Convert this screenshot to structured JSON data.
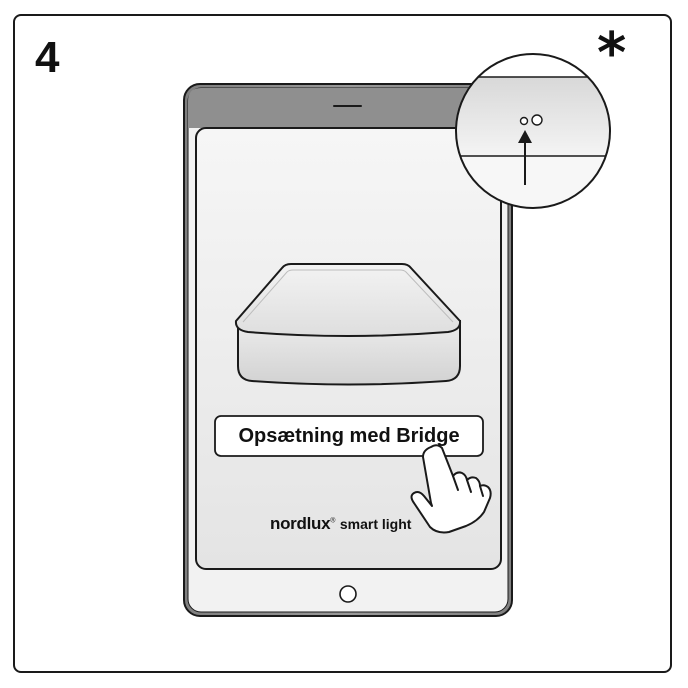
{
  "step": {
    "number": "4"
  },
  "footnote": {
    "marker": "*"
  },
  "app_screen": {
    "button_label": "Opsætning med Bridge",
    "brand_name": "nordlux",
    "brand_mark": "®",
    "brand_tagline": "smart light"
  },
  "colors": {
    "outline": "#1a1a1a",
    "tablet_body": "#8c8c8c",
    "screen_top": "#f4f4f4",
    "screen_bottom": "#e6e6e6",
    "bridge_top": "#f0f0f0",
    "bridge_side": "#e2e2e2"
  },
  "icons": [
    "front-camera-icon",
    "home-button-icon",
    "pointing-hand-icon",
    "arrow-up-icon",
    "reset-hole-icon"
  ]
}
